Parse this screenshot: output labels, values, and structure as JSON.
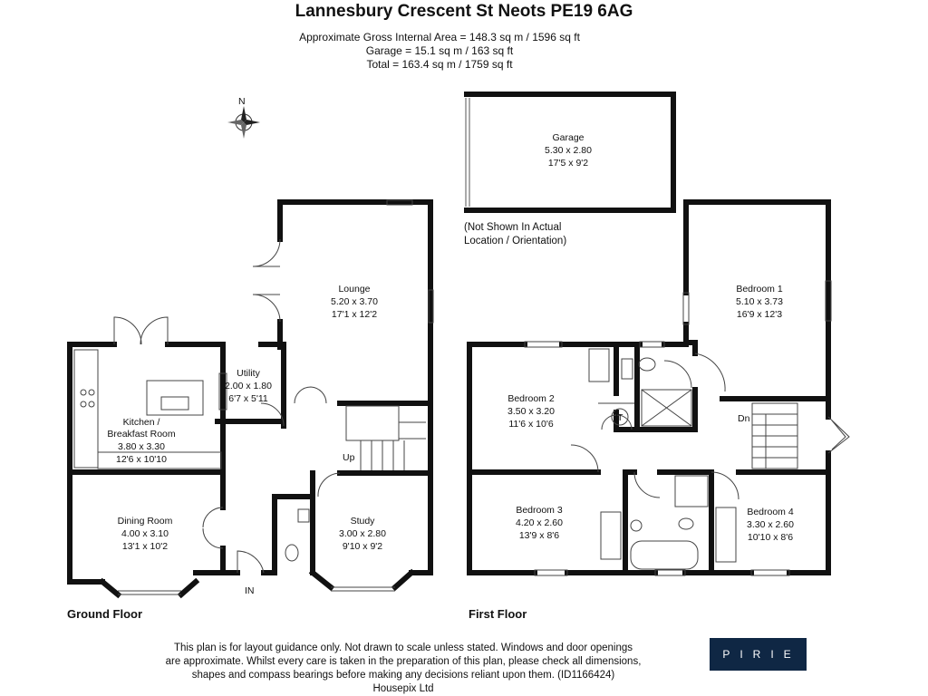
{
  "title": "Lannesbury Crescent St Neots PE19 6AG",
  "areas": {
    "gross": "Approximate Gross Internal Area = 148.3 sq m / 1596 sq ft",
    "garage": "Garage = 15.1 sq m / 163 sq ft",
    "total": "Total = 163.4 sq m / 1759 sq ft"
  },
  "compass": {
    "north_label": "N",
    "icon": "compass-rose-icon"
  },
  "floors": {
    "ground": "Ground Floor",
    "first": "First Floor"
  },
  "rooms": {
    "lounge": {
      "name": "Lounge",
      "metric": "5.20 x 3.70",
      "imperial": "17'1 x 12'2"
    },
    "utility": {
      "name": "Utility",
      "metric": "2.00 x 1.80",
      "imperial": "6'7 x 5'11"
    },
    "kitchen": {
      "name1": "Kitchen /",
      "name2": "Breakfast Room",
      "metric": "3.80 x 3.30",
      "imperial": "12'6 x 10'10"
    },
    "dining": {
      "name": "Dining Room",
      "metric": "4.00 x 3.10",
      "imperial": "13'1 x 10'2"
    },
    "study": {
      "name": "Study",
      "metric": "3.00 x 2.80",
      "imperial": "9'10 x 9'2"
    },
    "garage": {
      "name": "Garage",
      "metric": "5.30 x 2.80",
      "imperial": "17'5 x 9'2"
    },
    "bedroom1": {
      "name": "Bedroom 1",
      "metric": "5.10 x 3.73",
      "imperial": "16'9 x 12'3"
    },
    "bedroom2": {
      "name": "Bedroom 2",
      "metric": "3.50 x 3.20",
      "imperial": "11'6 x 10'6"
    },
    "bedroom3": {
      "name": "Bedroom 3",
      "metric": "4.20 x 2.60",
      "imperial": "13'9 x 8'6"
    },
    "bedroom4": {
      "name": "Bedroom 4",
      "metric": "3.30 x 2.60",
      "imperial": "10'10 x 8'6"
    }
  },
  "labels": {
    "up": "Up",
    "dn": "Dn",
    "in": "IN",
    "tank": "T",
    "garage_note1": "(Not Shown In Actual",
    "garage_note2": "Location / Orientation)"
  },
  "disclaimer": {
    "line1": "This plan is for layout guidance only. Not drawn to scale unless stated. Windows and door openings",
    "line2": "are approximate. Whilst every care is taken in the preparation of this plan, please check all dimensions,",
    "line3": "shapes and compass bearings before making any decisions reliant upon them. (ID1166424)",
    "line4": "Housepix Ltd"
  },
  "logo": {
    "text": "PIRIE",
    "bg": "#0f2744"
  },
  "colors": {
    "wall": "#111111",
    "fixture": "#888888"
  }
}
